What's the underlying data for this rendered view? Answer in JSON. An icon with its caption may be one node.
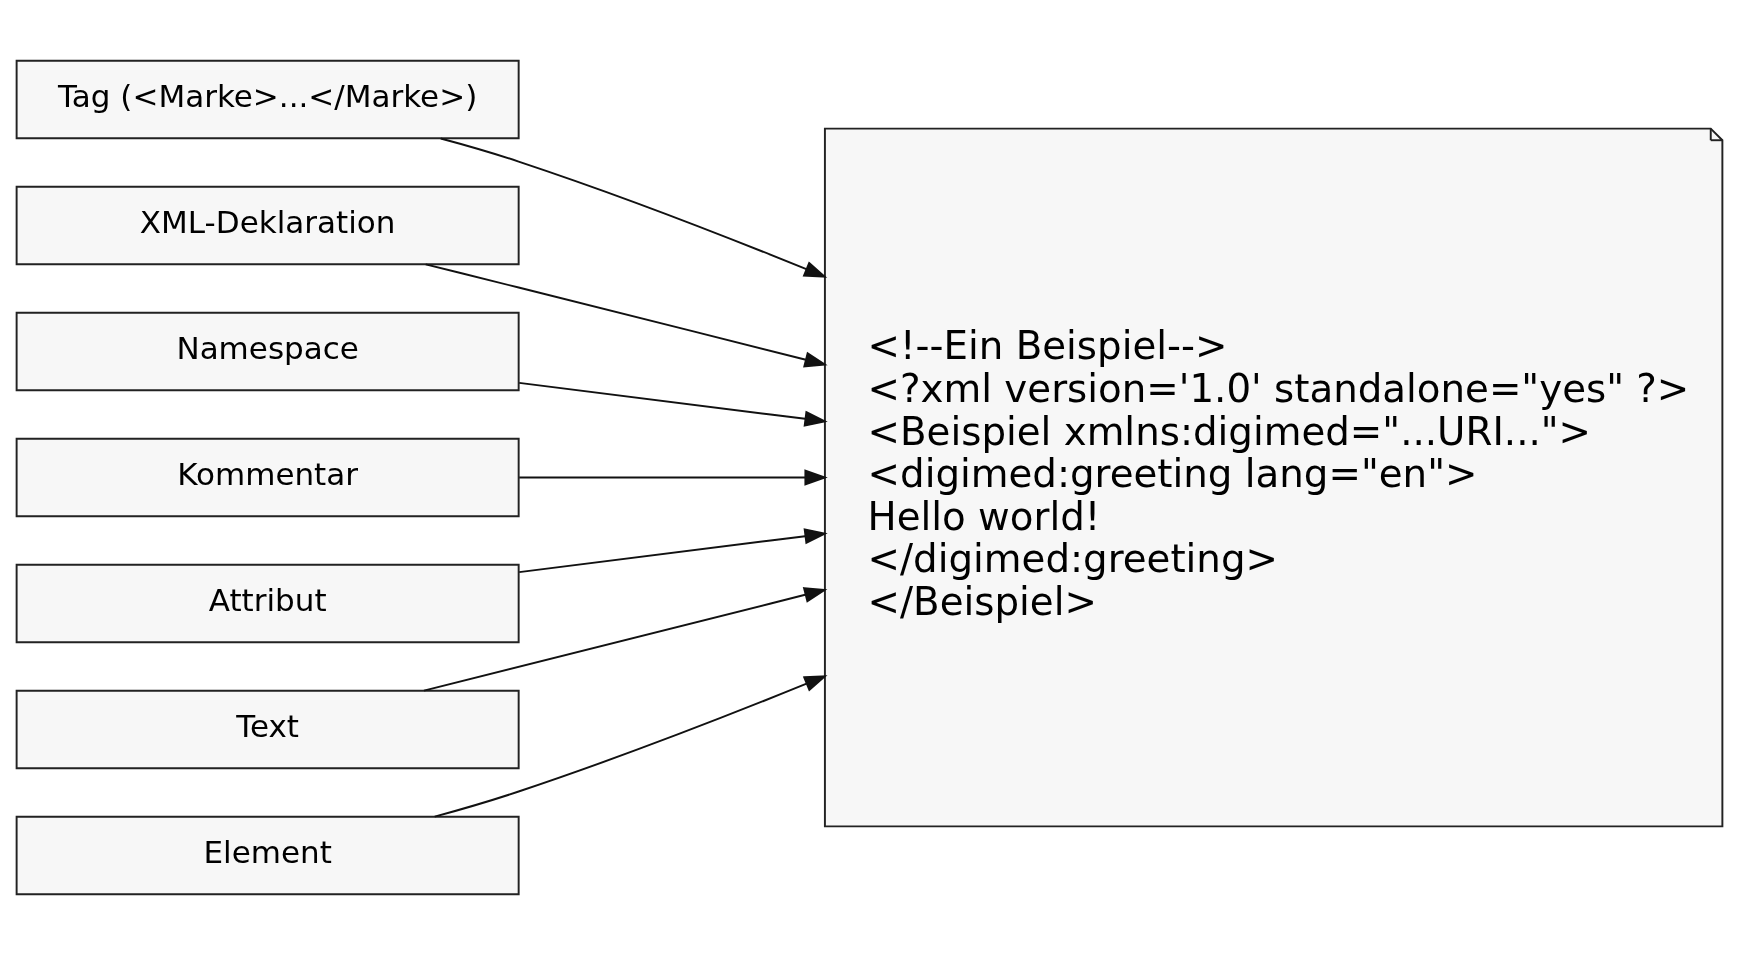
{
  "diagram": {
    "nodes": [
      {
        "text": [
          "Tag (<Marke>...</Marke>)"
        ]
      },
      {
        "text": [
          "XML-Deklaration"
        ]
      },
      {
        "text": [
          "Namespace"
        ]
      },
      {
        "text": [
          "Kommentar"
        ]
      },
      {
        "text": [
          "Attribut"
        ]
      },
      {
        "text": [
          "<!--Ein Beispiel-->",
          "<?xml version='1.0' standalone=\"yes\" ?>",
          "<Beispiel xmlns:digimed=\"...URI...\">",
          "<digimed:greeting lang=\"en\">",
          "Hello world!",
          "</digimed:greeting>",
          "</Beispiel>"
        ]
      },
      {
        "text": [
          "Text"
        ]
      },
      {
        "text": [
          "Element"
        ]
      }
    ],
    "edges": [
      {
        "from": 0,
        "to": 5,
        "arrow": "to"
      },
      {
        "from": 1,
        "to": 5,
        "arrow": "to"
      },
      {
        "from": 2,
        "to": 5,
        "arrow": "to"
      },
      {
        "from": 3,
        "to": 5,
        "arrow": "to"
      },
      {
        "from": 4,
        "to": 5,
        "arrow": "to"
      },
      {
        "from": 6,
        "to": 5,
        "arrow": "to"
      },
      {
        "from": 7,
        "to": 5,
        "arrow": "to"
      }
    ]
  }
}
